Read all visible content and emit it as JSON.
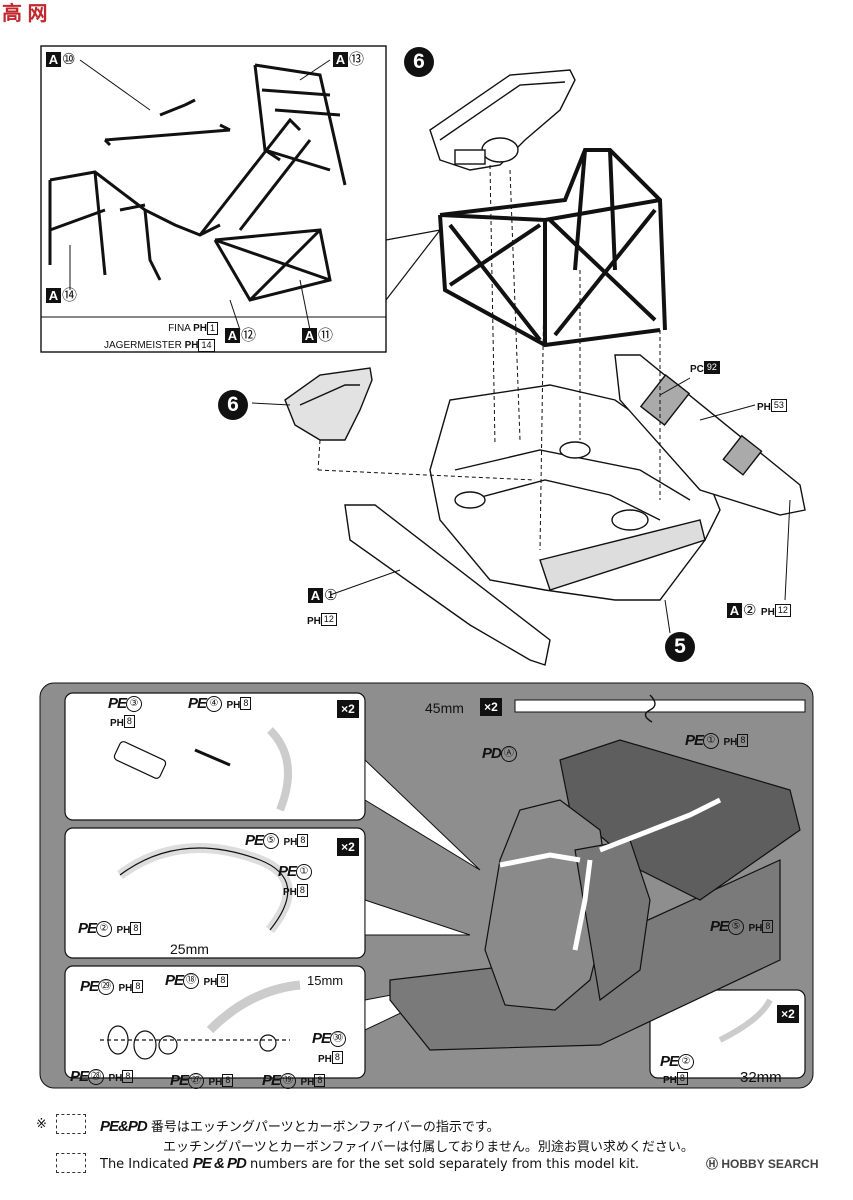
{
  "watermark_logo": "高 网",
  "top_inset": {
    "parts": [
      {
        "id": "a10",
        "letter": "A",
        "num": "⑩"
      },
      {
        "id": "a13",
        "letter": "A",
        "num": "⑬"
      },
      {
        "id": "a14",
        "letter": "A",
        "num": "⑭"
      },
      {
        "id": "a12",
        "letter": "A",
        "num": "⑫"
      },
      {
        "id": "a11",
        "letter": "A",
        "num": "⑪"
      }
    ],
    "decal_1": {
      "text": "FINA",
      "code": "PH",
      "num": "1"
    },
    "decal_2": {
      "text": "JAGERMEISTER",
      "code": "PH",
      "num": "14"
    }
  },
  "steps": {
    "dash": "6",
    "seat": "6",
    "floor": "5"
  },
  "pc_label": {
    "code": "PC",
    "num": "92"
  },
  "ph_label": {
    "code": "PH",
    "num": "53"
  },
  "a1_label": {
    "letter": "A",
    "num": "①",
    "code": "PH",
    "box": "12"
  },
  "a2_label": {
    "letter": "A",
    "num": "②",
    "code": "PH",
    "box": "12"
  },
  "belts": {
    "pe3": {
      "pe": "PE",
      "num": "③",
      "code": "PH",
      "box": "8"
    },
    "pe4": {
      "pe": "PE",
      "num": "④",
      "code": "PH",
      "box": "8"
    },
    "x2": "×2",
    "pe5": {
      "pe": "PE",
      "num": "⑤",
      "code": "PH",
      "box": "8"
    },
    "pe1": {
      "pe": "PE",
      "num": "①",
      "code": "PH",
      "box": "8"
    },
    "pe2": {
      "pe": "PE",
      "num": "②",
      "code": "PH",
      "box": "8"
    },
    "len25": "25mm",
    "pe29": {
      "pe": "PE",
      "num": "㉙",
      "code": "PH",
      "box": "8"
    },
    "pe18": {
      "pe": "PE",
      "num": "⑱",
      "code": "PH",
      "box": "8"
    },
    "len15": "15mm",
    "pe30": {
      "pe": "PE",
      "num": "㉚",
      "code": "PH",
      "box": "8"
    },
    "pe28": {
      "pe": "PE",
      "num": "㉘",
      "code": "PH",
      "box": "8"
    },
    "pe27": {
      "pe": "PE",
      "num": "㉗",
      "code": "PH",
      "box": "8"
    },
    "pe19": {
      "pe": "PE",
      "num": "⑲",
      "code": "PH",
      "box": "8"
    },
    "len45": "45mm",
    "pd_a": {
      "pd": "PD",
      "num": "Ⓐ"
    },
    "pe1_main": {
      "pe": "PE",
      "num": "①",
      "code": "PH",
      "box": "8"
    },
    "pe5_main": {
      "pe": "PE",
      "num": "⑤",
      "code": "PH",
      "box": "8"
    },
    "pe2_detail": {
      "pe": "PE",
      "num": "②",
      "code": "PH",
      "box": "8"
    },
    "len32": "32mm"
  },
  "notes": {
    "mark": "※",
    "jp_1_tag": "PE&PD",
    "jp_1": "番号はエッチングパーツとカーボンファイバーの指示です。",
    "jp_2": "エッチングパーツとカーボンファイバーは付属しておりません。別途お買い求めください。",
    "en_pre": "The Indicated",
    "en_tag": "PE & PD",
    "en_post": "numbers are for the set sold separately from this model kit."
  },
  "credit": "HOBBY SEARCH"
}
